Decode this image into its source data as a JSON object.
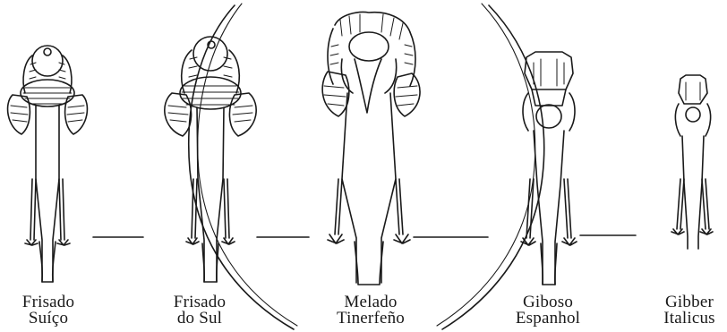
{
  "figure": {
    "birds": [
      {
        "name_line1": "Frisado",
        "name_line2": "Suíço",
        "icon": "frizzle-canary-icon"
      },
      {
        "name_line1": "Frisado",
        "name_line2": "do Sul",
        "icon": "frizzle-canary-icon"
      },
      {
        "name_line1": "Melado",
        "name_line2": "Tinerfeño",
        "icon": "frizzle-canary-icon"
      },
      {
        "name_line1": "Giboso",
        "name_line2": "Espanhol",
        "icon": "hunchback-canary-icon"
      },
      {
        "name_line1": "Gibber",
        "name_line2": "Italicus",
        "icon": "hunchback-canary-icon"
      }
    ]
  },
  "colors": {
    "ink": "#1a1a1a",
    "background": "#ffffff"
  }
}
